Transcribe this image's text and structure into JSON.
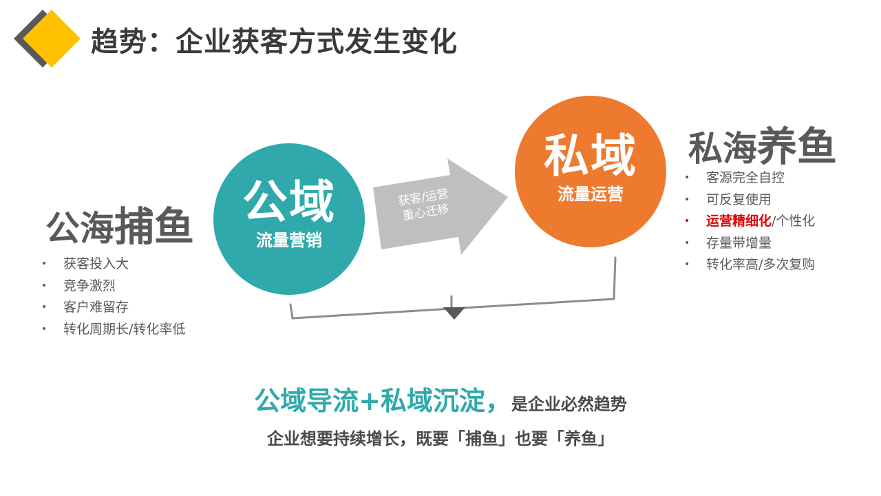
{
  "title": "趋势：企业获客方式发生变化",
  "colors": {
    "teal": "#2fa9ac",
    "orange": "#ee7a30",
    "red": "#e30000",
    "accent_yellow": "#ffc000",
    "gray_dark": "#595959",
    "arrow_gray": "#bfbfbf"
  },
  "icons": {
    "logo": "diamond-logo-icon",
    "arrow": "right-arrow-icon",
    "down": "down-triangle-icon"
  },
  "left": {
    "heading_prefix": "公海",
    "heading_emphasis": "捕鱼",
    "bullets": [
      "获客投入大",
      "竞争激烈",
      "客户难留存",
      "转化周期长/转化率低"
    ]
  },
  "public_circle": {
    "main": "公域",
    "sub": "流量营销"
  },
  "shift_arrow": {
    "line1": "获客/运营",
    "line2": "重心迁移"
  },
  "private_circle": {
    "main": "私域",
    "sub": "流量运营"
  },
  "right": {
    "heading_prefix": "私海",
    "heading_emphasis": "养鱼",
    "bullets": [
      {
        "text": "客源完全自控"
      },
      {
        "text": "可反复使用"
      },
      {
        "highlight": "运营精细化",
        "text": "/个性化"
      },
      {
        "text": "存量带增量"
      },
      {
        "text": "转化率高/多次复购"
      }
    ]
  },
  "conclusion": {
    "highlight": "公域导流+私域沉淀",
    "comma": "，",
    "rest": "是企业必然趋势",
    "line2": "企业想要持续增长，既要「捕鱼」也要「养鱼」"
  }
}
